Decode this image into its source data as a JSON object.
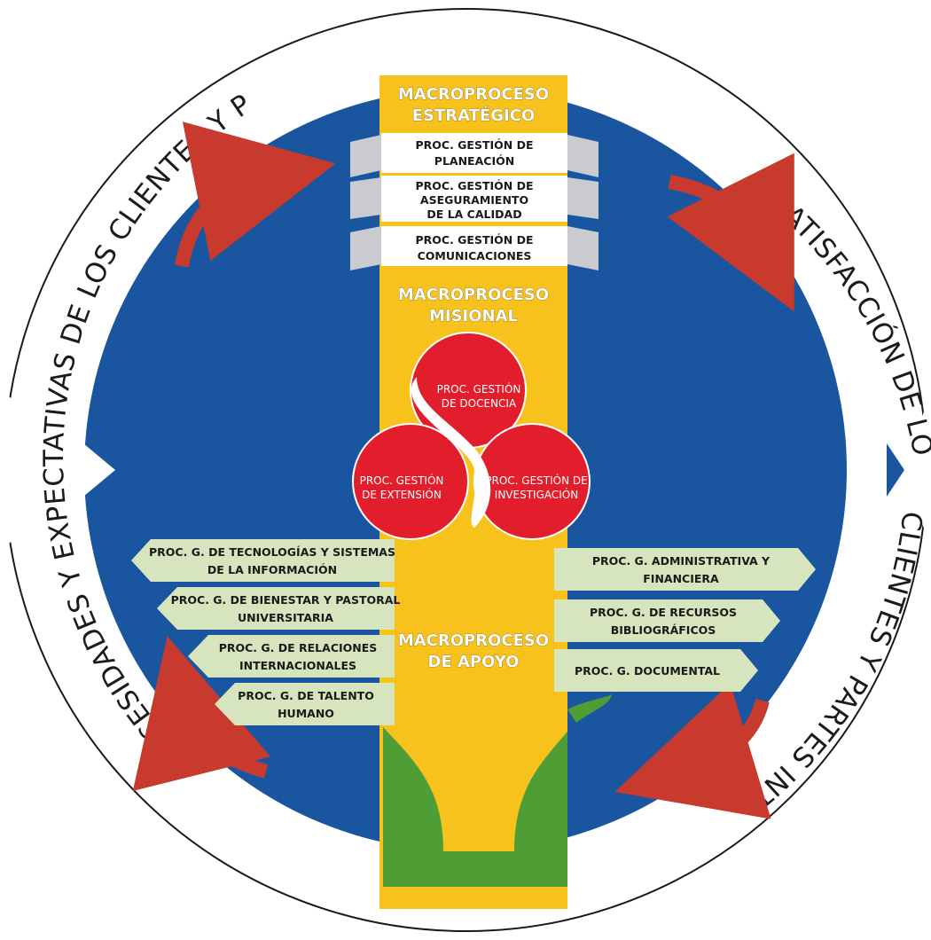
{
  "ring": {
    "left_text": "NECESIDADES Y EXPECTATIVAS DE LOS CLIENTES Y PARTES INTERESADAS",
    "right_text_1": "SATISFACCIÓN DE  LOS",
    "right_text_2": "CLIENTES Y PARTES INTERESADAS"
  },
  "strategic": {
    "title_1": "MACROPROCESO",
    "title_2": "ESTRATÉGICO",
    "processes": [
      {
        "lines": [
          "PROC. GESTIÓN DE",
          "PLANEACIÓN"
        ]
      },
      {
        "lines": [
          "PROC. GESTIÓN DE",
          "ASEGURAMIENTO",
          "DE LA CALIDAD"
        ]
      },
      {
        "lines": [
          "PROC. GESTIÓN DE",
          "COMUNICACIONES"
        ]
      }
    ]
  },
  "missional": {
    "title_1": "MACROPROCESO",
    "title_2": "MISIONAL",
    "circles": [
      {
        "lines": [
          "PROC. GESTIÓN",
          "DE DOCENCIA"
        ]
      },
      {
        "lines": [
          "PROC. GESTIÓN",
          "DE EXTENSIÓN"
        ]
      },
      {
        "lines": [
          "PROC. GESTIÓN DE",
          "INVESTIGACIÓN"
        ]
      }
    ]
  },
  "support": {
    "title_1": "MACROPROCESO",
    "title_2": "DE APOYO",
    "left_tags": [
      {
        "lines": [
          "PROC. G. DE TECNOLOGÍAS Y SISTEMAS",
          "DE LA INFORMACIÓN"
        ]
      },
      {
        "lines": [
          "PROC. G. DE BIENESTAR Y PASTORAL",
          "UNIVERSITARIA"
        ]
      },
      {
        "lines": [
          "PROC. G. DE RELACIONES",
          "INTERNACIONALES"
        ]
      },
      {
        "lines": [
          "PROC. G. DE TALENTO",
          "HUMANO"
        ]
      }
    ],
    "right_tags": [
      {
        "lines": [
          "PROC. G. ADMINISTRATIVA Y",
          "FINANCIERA"
        ]
      },
      {
        "lines": [
          "PROC. G. DE RECURSOS",
          "BIBLIOGRÁFICOS"
        ]
      },
      {
        "lines": [
          "PROC. G. DOCUMENTAL"
        ]
      }
    ]
  },
  "colors": {
    "blue": "#1a56a0",
    "yellow": "#f8c21d",
    "red": "#e21e2d",
    "green": "#4f9e35",
    "tag": "#d6e5bd",
    "arrow": "#c8392e"
  }
}
